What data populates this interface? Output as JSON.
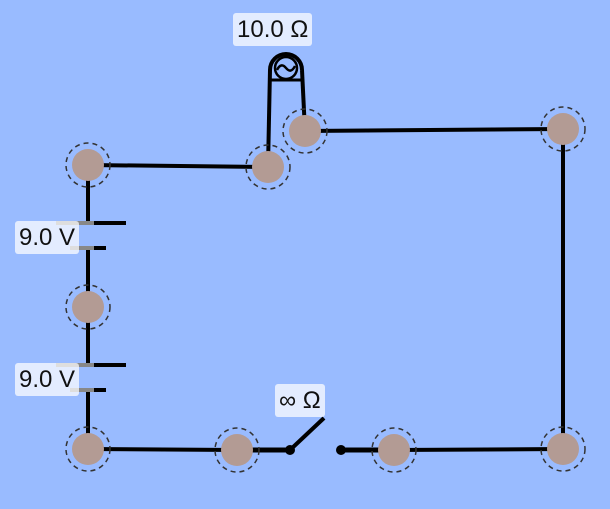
{
  "circuit": {
    "background_color": "#99bbff",
    "wire_color": "#000000",
    "junction_color": "#b39b94",
    "lightbulb": {
      "label": "10.0 Ω",
      "icon": "lightbulb-icon"
    },
    "battery_top": {
      "label": "9.0 V",
      "icon": "battery-icon"
    },
    "battery_bottom": {
      "label": "9.0 V",
      "icon": "battery-icon"
    },
    "switch": {
      "label": "∞ Ω",
      "state": "open",
      "icon": "switch-icon"
    }
  }
}
